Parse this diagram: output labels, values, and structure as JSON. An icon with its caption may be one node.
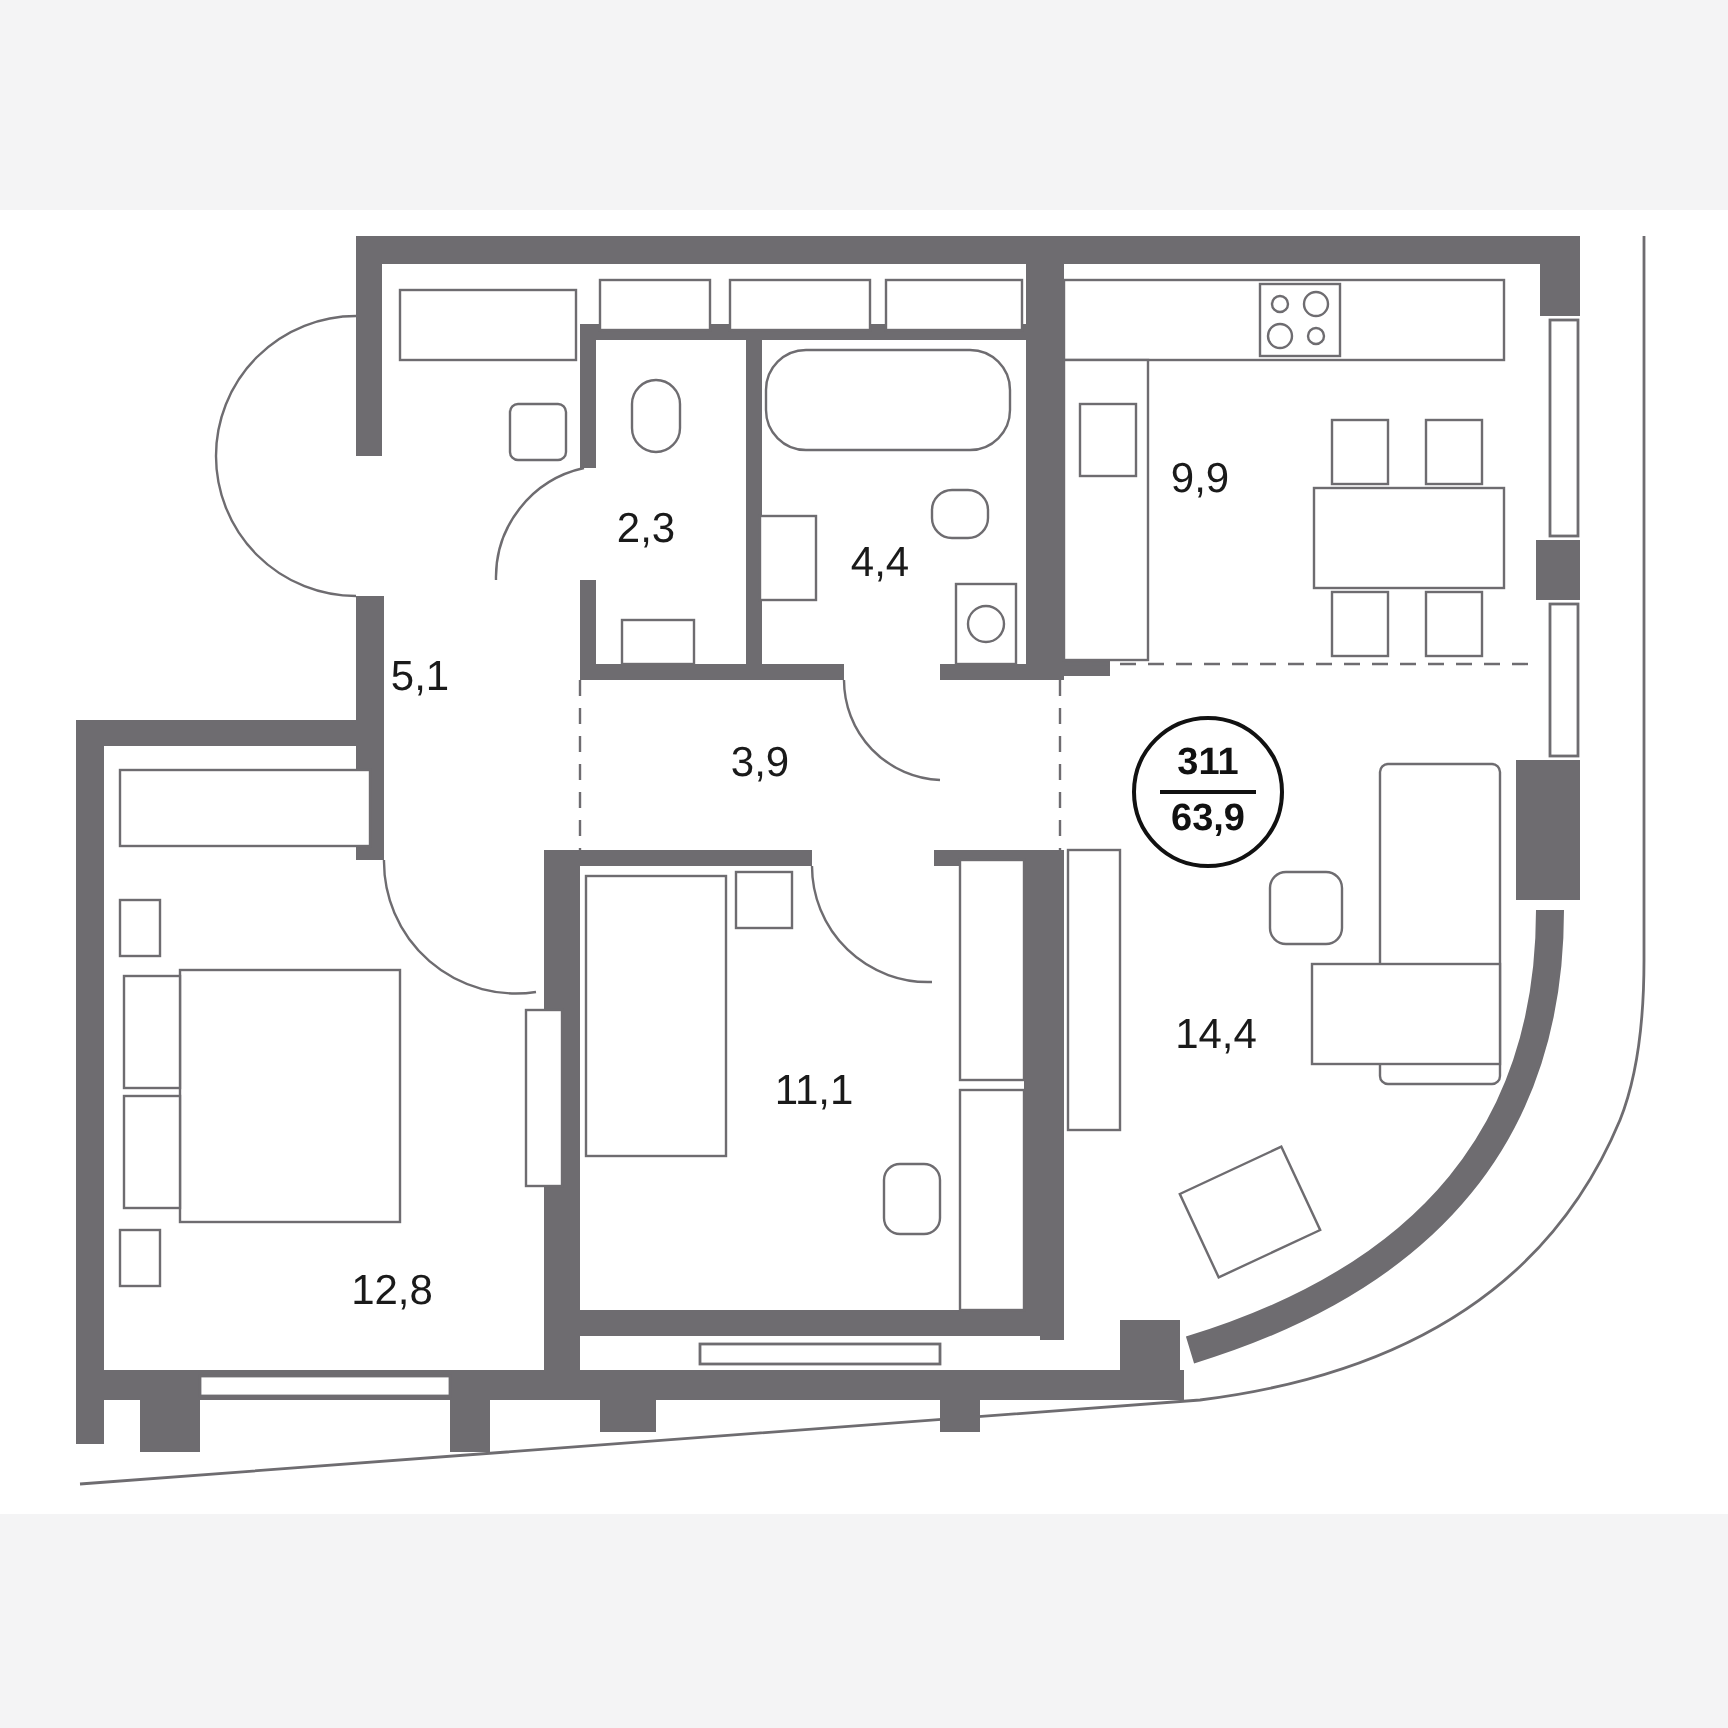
{
  "diagram": {
    "nodes": [
      {
        "text": [
          "311",
          "63,9"
        ]
      }
    ],
    "edges": [],
    "labels": [
      "9,9",
      "2,3",
      "4,4",
      "5,1",
      "3,9",
      "14,4",
      "11,1",
      "12,8"
    ]
  }
}
